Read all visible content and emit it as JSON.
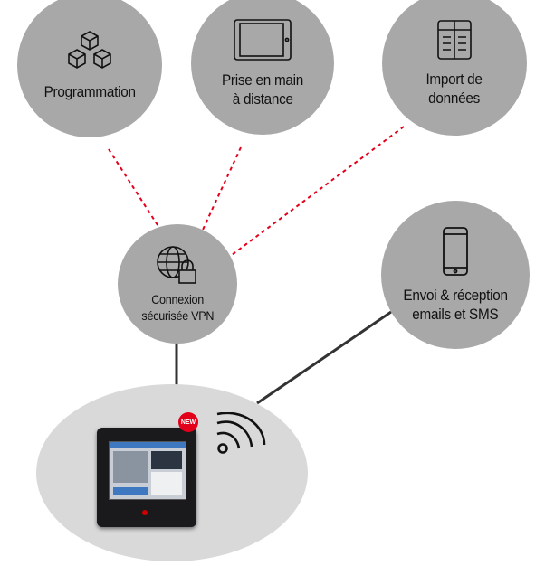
{
  "nodes": {
    "programmation": {
      "label": "Programmation",
      "icon": "cubes-icon"
    },
    "remote": {
      "line1": "Prise en main",
      "line2": "à distance",
      "icon": "tablet-icon"
    },
    "import": {
      "line1": "Import de",
      "line2": "données",
      "icon": "data-table-icon"
    },
    "vpn": {
      "line1": "Connexion",
      "line2": "sécurisée VPN",
      "icon": "globe-lock-icon"
    },
    "messaging": {
      "line1": "Envoi & réception",
      "line2": "emails et SMS",
      "icon": "smartphone-icon"
    }
  },
  "device": {
    "badge": "NEW",
    "icon": "wifi-icon"
  },
  "colors": {
    "circle": "#a8a8a8",
    "ellipse": "#d9d9d9",
    "dashed": "#e3001b",
    "solid": "#333333"
  }
}
